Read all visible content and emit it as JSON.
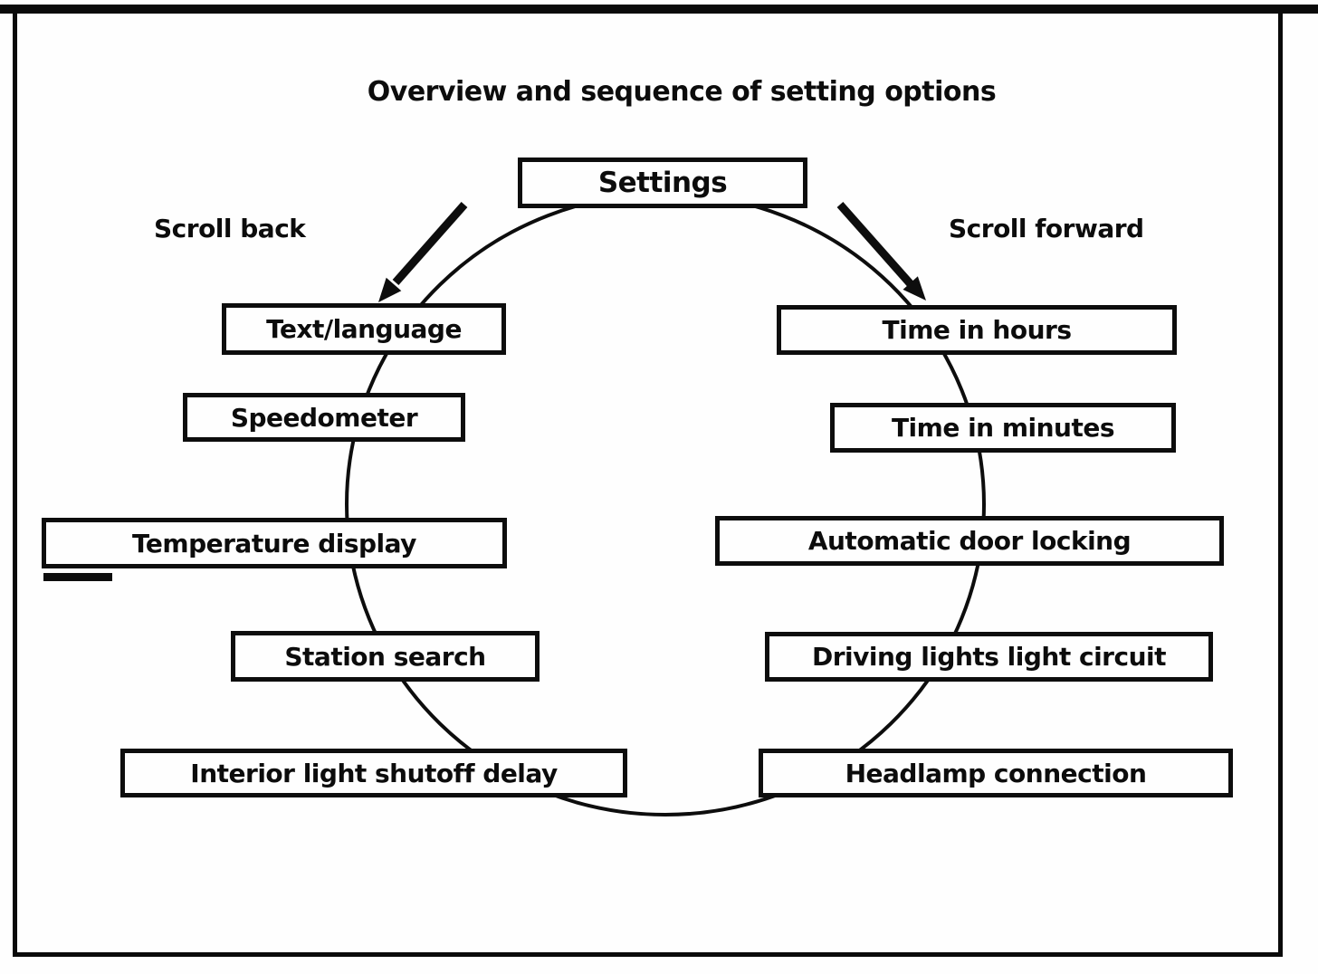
{
  "diagram": {
    "title": "Overview and sequence of setting options",
    "branch_labels": {
      "back": "Scroll back",
      "forward": "Scroll forward"
    },
    "nodes": {
      "root": "Settings",
      "left": [
        "Text/language",
        "Speedometer",
        "Temperature display",
        "Station search",
        "Interior light shutoff delay"
      ],
      "right": [
        "Time in hours",
        "Time in minutes",
        "Automatic door locking",
        "Driving lights light circuit",
        "Headlamp connection"
      ]
    },
    "cycle": "The boxes are linked in a closed loop (ellipse); scrolling back traverses the left column downward, scrolling forward traverses the right column downward.",
    "colors": {
      "ink": "#0d0d0d",
      "paper": "#fefefe"
    }
  }
}
